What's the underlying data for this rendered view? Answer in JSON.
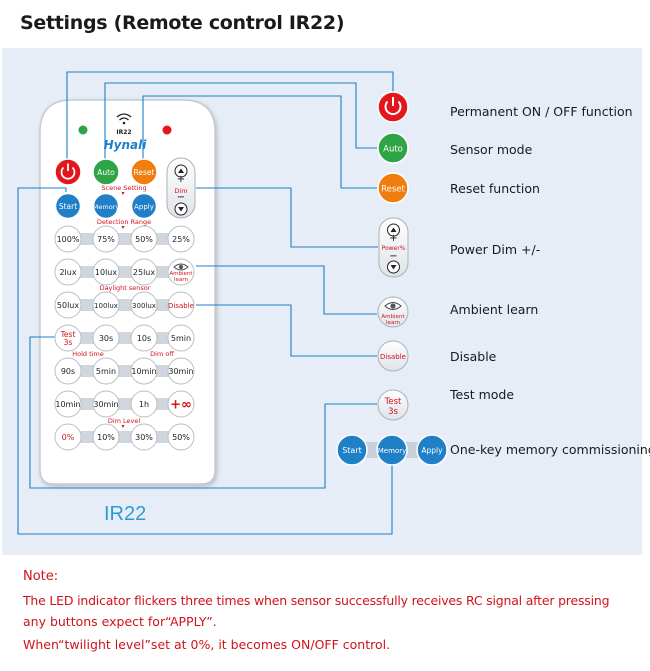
{
  "title": "Settings (Remote control IR22)",
  "remote": {
    "model_small": "IR22",
    "brand": "Hynali",
    "model_big": "IR22",
    "top_buttons": {
      "auto": "Auto",
      "reset": "Reset"
    },
    "dim_labels": {
      "plus": "+",
      "minus": "−",
      "dim": "Dim"
    },
    "scene_setting": "Scene Setting",
    "memory_row": {
      "start": "Start",
      "memory": "Memory",
      "apply": "Apply"
    },
    "detection_range": "Detection Range",
    "range_row": [
      "100%",
      "75%",
      "50%",
      "25%"
    ],
    "lux_row": [
      "2lux",
      "10lux",
      "25lux"
    ],
    "ambient_learn": [
      "Ambient",
      "learn"
    ],
    "daylight_sensor": "Daylight sensor",
    "lux_row2": [
      "50lux",
      "100lux",
      "300lux"
    ],
    "disable": "Disable",
    "test": [
      "Test",
      "3s"
    ],
    "hold_row1": [
      "30s",
      "10s",
      "5min"
    ],
    "hold_time": "Hold time",
    "dim_off": "Dim off",
    "hold_row2": [
      "90s",
      "5min",
      "10min",
      "30min"
    ],
    "hold_row3": [
      "10min",
      "30min",
      "1h",
      "+∞"
    ],
    "dim_level": "Dim Level",
    "level_row": [
      "0%",
      "10%",
      "30%",
      "50%"
    ]
  },
  "legend": {
    "permanent": "Permanent ON / OFF function",
    "sensor_mode": "Sensor mode",
    "reset_fn": "Reset function",
    "power_dim": "Power Dim +/-",
    "power_tag": "Power%",
    "ambient": "Ambient learn",
    "disable": "Disable",
    "test_mode": "Test mode",
    "one_key": "One-key memory commissioning"
  },
  "notes": [
    "Note:",
    "The LED indicator flickers three times when sensor successfully receives RC signal after pressing",
    "any buttons expect for“APPLY”.",
    "When“twilight level”set at 0%, it becomes ON/OFF control."
  ],
  "colors": {
    "red": "#e2161c",
    "green": "#2ea447",
    "orange": "#f07d0e",
    "blue": "#1f7fc7",
    "panel": "#e6edf6",
    "line": "#1f7fc7"
  }
}
